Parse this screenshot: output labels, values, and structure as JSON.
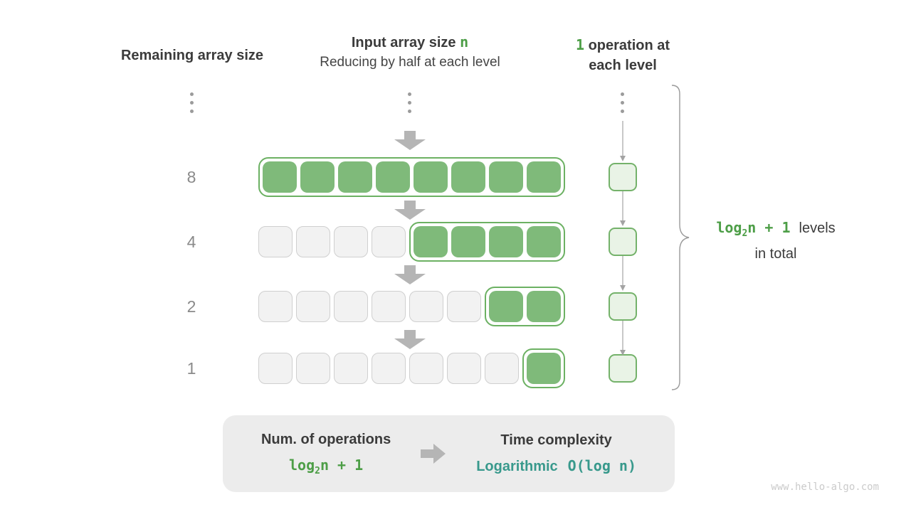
{
  "title_row": {
    "left": "Remaining array size",
    "center_line1_prefix": "Input array size ",
    "center_line1_var": "n",
    "center_line2": "Reducing by half at each level",
    "right_line1_num": "1",
    "right_line1_rest": " operation at",
    "right_line2": "each level"
  },
  "diagram": {
    "rows": [
      {
        "label": "8",
        "gray_cells": 0,
        "green_cells": 8
      },
      {
        "label": "4",
        "gray_cells": 4,
        "green_cells": 4
      },
      {
        "label": "2",
        "gray_cells": 6,
        "green_cells": 2
      },
      {
        "label": "1",
        "gray_cells": 7,
        "green_cells": 1
      }
    ],
    "ops_per_level": 1
  },
  "brace_label": {
    "formula_fn": "log",
    "formula_sub": "2",
    "formula_rest": "n + 1",
    "text_line1": "levels",
    "text_line2": "in total"
  },
  "summary": {
    "left_title": "Num. of operations",
    "left_formula_fn": "log",
    "left_formula_sub": "2",
    "left_formula_rest": "n + 1",
    "right_title": "Time complexity",
    "right_name": "Logarithmic",
    "right_formula": "O(log n)"
  },
  "watermark": "www.hello-algo.com",
  "colors": {
    "green_fill": "#7fba7a",
    "green_border": "#6cb163",
    "pale_green_fill": "#e9f3e6",
    "gray_cell_fill": "#f2f2f2",
    "gray_cell_border": "#cfcfcf",
    "block_arrow": "#b5b5b5",
    "thin_arrow": "#9a9a9a",
    "text_dark": "#3b3b3b",
    "text_gray": "#8a8a8a",
    "text_green": "#4d9e47",
    "text_teal": "#38998c",
    "summary_bg": "#ececec"
  }
}
